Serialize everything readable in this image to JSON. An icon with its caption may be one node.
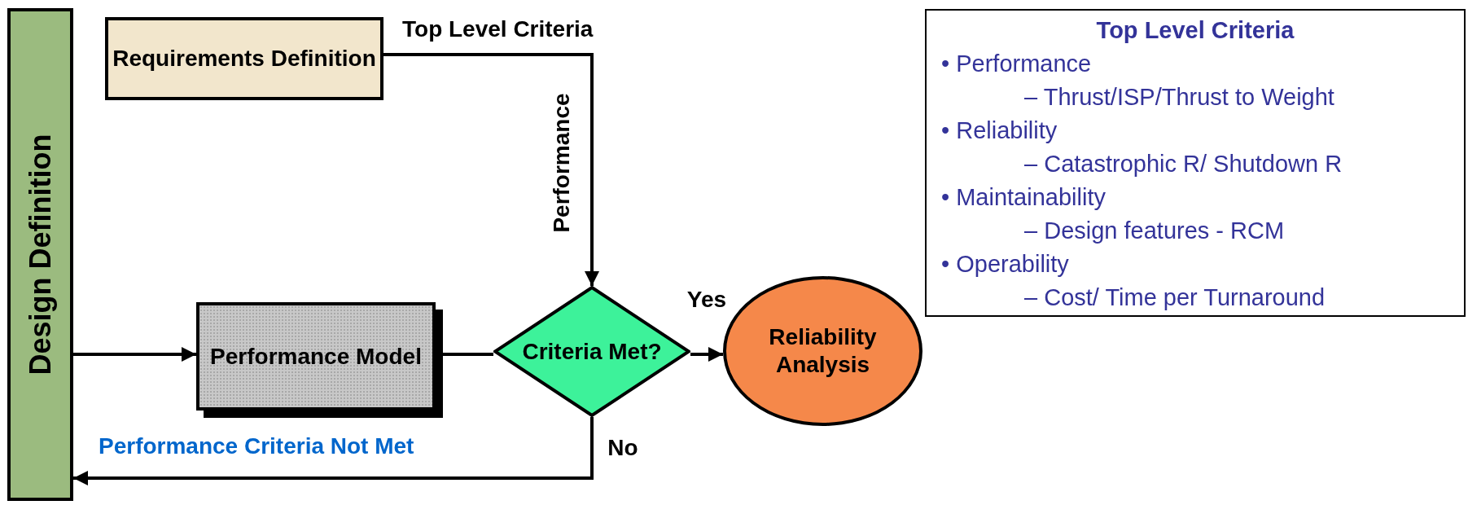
{
  "diagram": {
    "nodes": [
      {
        "text": [
          "Design Definition"
        ]
      },
      {
        "text": [
          "Requirements Definition"
        ]
      },
      {
        "text": [
          "Performance Model"
        ]
      },
      {
        "text": [
          "Criteria Met?"
        ]
      },
      {
        "text": [
          "Reliability Analysis"
        ]
      },
      {
        "text": [
          "Top Level Criteria",
          "• Performance",
          "– Thrust/ISP/Thrust to Weight",
          "• Reliability",
          "– Catastrophic R/ Shutdown R",
          "• Maintainability",
          "– Design features - RCM",
          "• Operability",
          "– Cost/ Time per Turnaround"
        ]
      }
    ],
    "edges": [
      {
        "from": 1,
        "to": 3,
        "arrow": "to",
        "label": "Performance"
      },
      {
        "from": 0,
        "to": 2,
        "arrow": "to"
      },
      {
        "from": 2,
        "to": 3,
        "arrow": "none"
      },
      {
        "from": 3,
        "to": 4,
        "arrow": "to",
        "label": "Yes"
      },
      {
        "from": 3,
        "to": 0,
        "arrow": "to",
        "label": "No"
      }
    ],
    "labels": [
      "Top Level Criteria",
      "Performance Criteria Not Met"
    ]
  }
}
